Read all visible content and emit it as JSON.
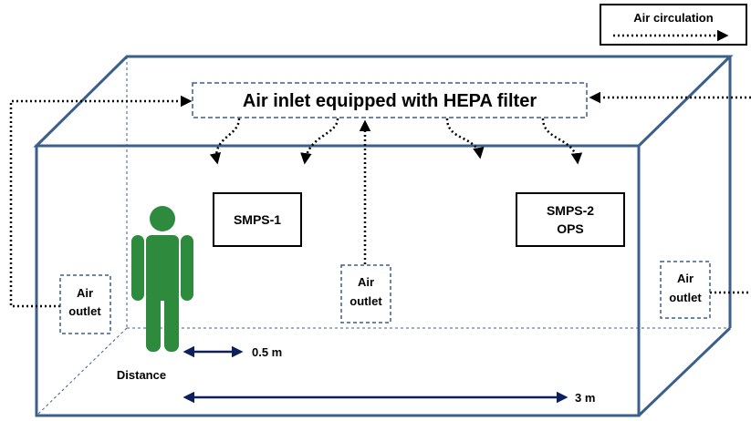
{
  "legend": {
    "label": "Air circulation"
  },
  "inlet": {
    "label": "Air inlet equipped with HEPA filter"
  },
  "instruments": {
    "smps1": "SMPS-1",
    "smps2_line1": "SMPS-2",
    "smps2_line2": "OPS"
  },
  "outlets": {
    "left": [
      "Air",
      "outlet"
    ],
    "center": [
      "Air",
      "outlet"
    ],
    "right": [
      "Air",
      "outlet"
    ]
  },
  "figure": {
    "label": "Distance",
    "color": "#2e8b3e"
  },
  "distances": {
    "short": "0.5 m",
    "long": "3 m"
  },
  "colors": {
    "frame": "#3a5f8a",
    "arrow": "#0d1f5c",
    "dotted": "#000000"
  }
}
